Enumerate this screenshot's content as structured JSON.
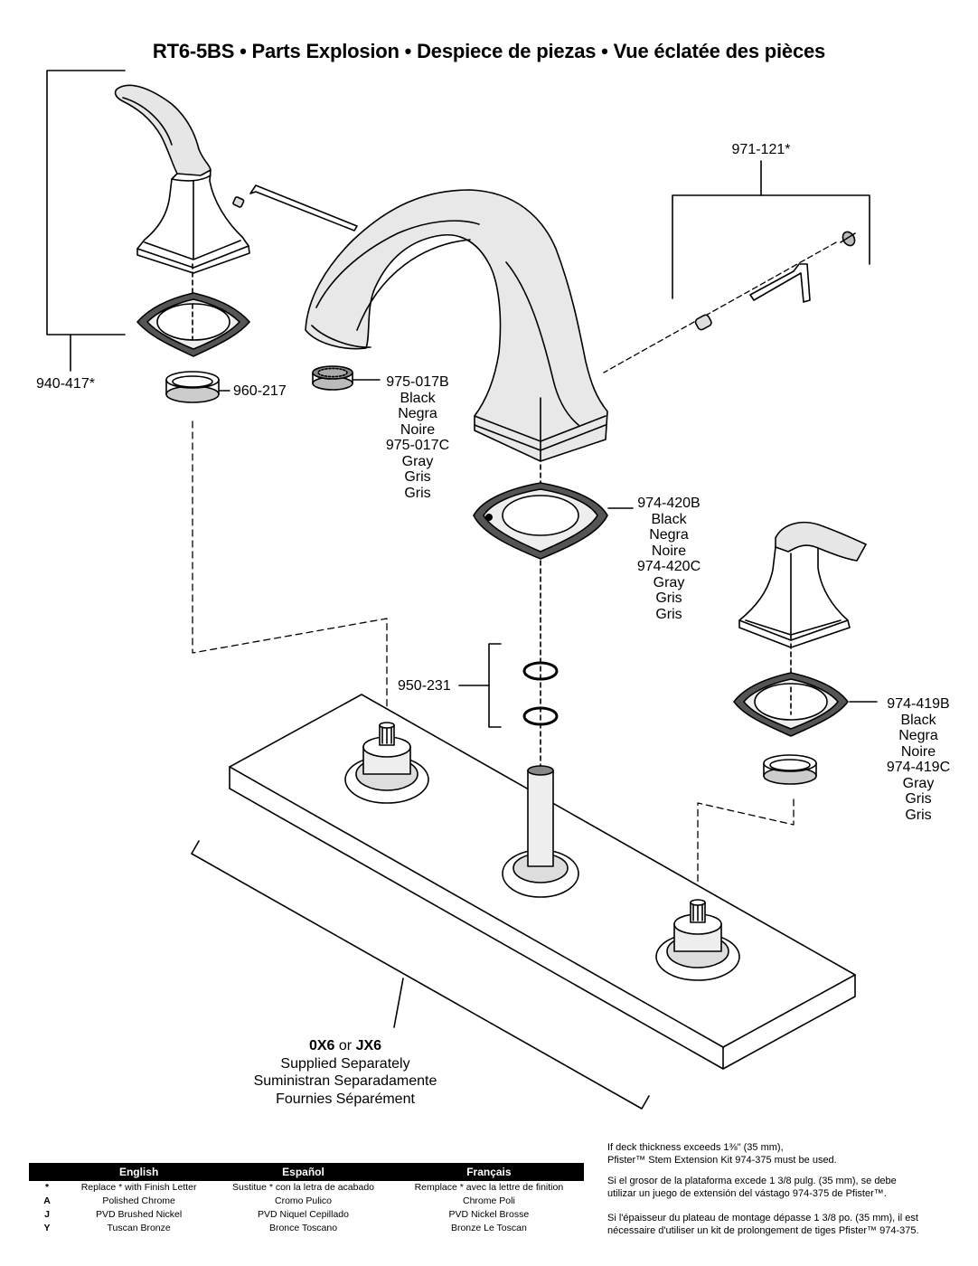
{
  "title": "RT6-5BS • Parts Explosion • Despiece de piezas • Vue éclatée des pièces",
  "parts": {
    "handle_kit": "940-417*",
    "sleeve": "960-217",
    "aerator": {
      "lines": [
        "975-017B",
        "Black",
        "Negra",
        "Noire",
        "975-017C",
        "Gray",
        "Gris",
        "Gris"
      ]
    },
    "set_screw_kit": "971-121*",
    "spout_gasket": {
      "lines": [
        "974-420B",
        "Black",
        "Negra",
        "Noire",
        "974-420C",
        "Gray",
        "Gris",
        "Gris"
      ]
    },
    "o_rings": "950-231",
    "handle_gasket": {
      "lines": [
        "974-419B",
        "Black",
        "Negra",
        "Noire",
        "974-419C",
        "Gray",
        "Gris",
        "Gris"
      ]
    }
  },
  "valve_body": {
    "code_line_a": "0X6",
    "code_line_or": "or",
    "code_line_b": "JX6",
    "lines": [
      "Supplied Separately",
      "Suministran Separadamente",
      "Fournies Séparément"
    ]
  },
  "legend": {
    "headers": [
      "English",
      "Español",
      "Français"
    ],
    "rows": [
      {
        "code": "*",
        "en": "Replace * with Finish Letter",
        "es": "Sustitue * con la letra de acabado",
        "fr": "Remplace * avec la lettre de finition"
      },
      {
        "code": "A",
        "en": "Polished Chrome",
        "es": "Cromo Pulico",
        "fr": "Chrome Poli"
      },
      {
        "code": "J",
        "en": "PVD Brushed Nickel",
        "es": "PVD Niquel Cepillado",
        "fr": "PVD Nickel Brosse"
      },
      {
        "code": "Y",
        "en": "Tuscan Bronze",
        "es": "Bronce Toscano",
        "fr": "Bronze Le Toscan"
      }
    ]
  },
  "notes": {
    "en_line1": "If deck thickness exceeds 1⅜\" (35 mm),",
    "en_line2": "Pfister™ Stem Extension Kit 974-375 must be used.",
    "es_line1": "Si el grosor de la plataforma excede 1 3/8 pulg. (35 mm), se debe",
    "es_line2": "utilizar un juego de extensión del vástago 974-375 de Pfister™.",
    "fr_line1": "Si l'épaisseur du plateau de montage dépasse 1 3/8 po. (35 mm), il est",
    "fr_line2": "nécessaire d'utiliser un kit de prolongement de tiges Pfister™ 974-375."
  }
}
